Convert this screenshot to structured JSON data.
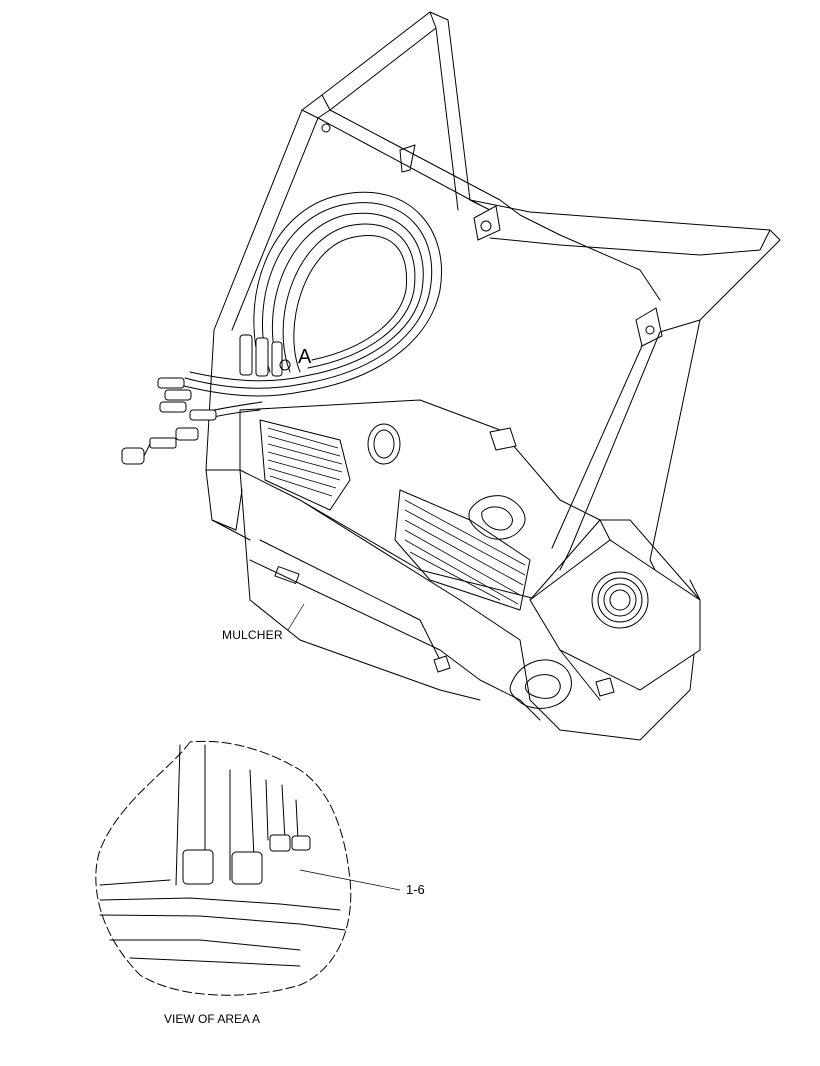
{
  "labels": {
    "area_marker": "A",
    "assembly_name": "MULCHER",
    "callout_ref": "1-6",
    "detail_caption": "VIEW OF AREA A"
  }
}
